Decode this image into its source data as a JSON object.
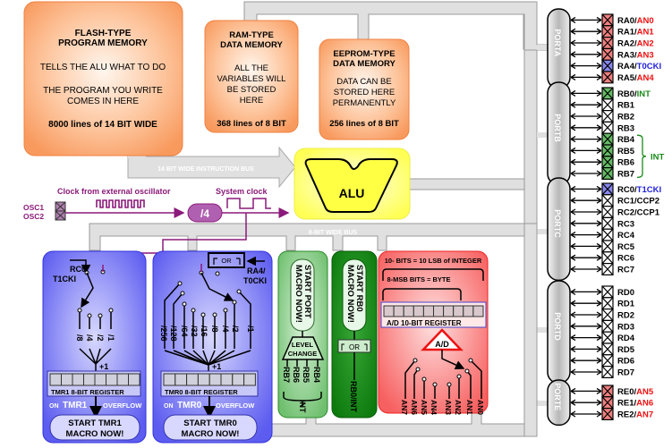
{
  "flash": {
    "title1": "FLASH-TYPE",
    "title2": "PROGRAM MEMORY",
    "line1": "TELLS THE ALU WHAT TO DO",
    "line2": "THE PROGRAM YOU WRITE",
    "line3": "COMES IN HERE",
    "size": "8000 lines of 14 BIT WIDE"
  },
  "ram": {
    "title1": "RAM-TYPE",
    "title2": "DATA MEMORY",
    "line1": "ALL THE",
    "line2": "VARIABLES WILL",
    "line3": "BE STORED",
    "line4": "HERE",
    "size": "368 lines of 8 BIT"
  },
  "eeprom": {
    "title1": "EEPROM-TYPE",
    "title2": "DATA MEMORY",
    "line1": "DATA CAN BE",
    "line2": "STORED HERE",
    "line3": "PERMANENTLY",
    "size": "256 lines of 8 BIT"
  },
  "buses": {
    "instruction": "14 BIT WIDE INSTRUCTION BUS",
    "data": "8-BIT WIDE BUS"
  },
  "alu": {
    "label": "ALU"
  },
  "clock": {
    "ext_label": "Clock from external oscillator",
    "sys_label": "System clock",
    "divider": "/4",
    "osc1": "OSC1",
    "osc2": "OSC2"
  },
  "tmr1": {
    "input1": "RC0/",
    "input2": "T1CKI",
    "prescalers": [
      "/8",
      "/4",
      "/2",
      "/1"
    ],
    "plus": "+1",
    "register": "TMR1 8-BIT REGISTER",
    "on": "ON",
    "name": "TMR1",
    "overflow": "OVERFLOW",
    "macro1": "START TMR1",
    "macro2": "MACRO NOW!"
  },
  "tmr0": {
    "input1": "RA4/",
    "input2": "T0CKI",
    "or": "OR",
    "prescalers": [
      "/256",
      "/128",
      "/64",
      "/32",
      "/16",
      "/8",
      "/4",
      "/2",
      "/1"
    ],
    "plus": "+1",
    "register": "TMR0 8-BIT REGISTER",
    "on": "ON",
    "name": "TMR0",
    "overflow": "OVERFLOW",
    "macro1": "START TMR0",
    "macro2": "MACRO NOW!"
  },
  "portint": {
    "macro1": "START PORT",
    "macro2": "MACRO NOW!",
    "level1": "LEVEL",
    "level2": "CHANGE",
    "pins": [
      "RB7",
      "RB6",
      "RB5",
      "RB4"
    ],
    "int": "INT"
  },
  "rb0int": {
    "macro1": "START RB0",
    "macro2": "MACRO NOW!",
    "or": "OR",
    "pin": "RB0/INT"
  },
  "adc": {
    "bits10": "10- BITS = 10 LSB of INTEGER",
    "bits8": "8-MSB BITS = BYTE",
    "register": "A/D 10-BIT REGISTER",
    "label": "A/D",
    "channels": [
      "AN7",
      "AN6",
      "AN5",
      "AN4",
      "AN3",
      "AN2",
      "AN1",
      "AN0"
    ]
  },
  "ports": [
    {
      "name": "PORTA",
      "pins": [
        {
          "base": "RA0/",
          "alt": "AN0",
          "alt_color": "#ee1111",
          "pin_color": "#f08080"
        },
        {
          "base": "RA1/",
          "alt": "AN1",
          "alt_color": "#ee1111",
          "pin_color": "#f08080"
        },
        {
          "base": "RA2/",
          "alt": "AN2",
          "alt_color": "#ee1111",
          "pin_color": "#f08080"
        },
        {
          "base": "RA3/",
          "alt": "AN3",
          "alt_color": "#ee1111",
          "pin_color": "#f08080"
        },
        {
          "base": "RA4/",
          "alt": "T0CKI",
          "alt_color": "#2222dd",
          "pin_color": "#8888ee"
        },
        {
          "base": "RA5/",
          "alt": "AN4",
          "alt_color": "#ee1111",
          "pin_color": "#f08080"
        }
      ]
    },
    {
      "name": "PORTB",
      "pins": [
        {
          "base": "RB0/",
          "alt": "INT",
          "alt_color": "#1a8a1a",
          "pin_color": "#66bb66"
        },
        {
          "base": "RB1",
          "alt": "",
          "alt_color": "",
          "pin_color": "#ffffff"
        },
        {
          "base": "RB2",
          "alt": "",
          "alt_color": "",
          "pin_color": "#ffffff"
        },
        {
          "base": "RB3",
          "alt": "",
          "alt_color": "",
          "pin_color": "#ffffff"
        },
        {
          "base": "RB4",
          "alt": "",
          "alt_color": "",
          "pin_color": "#66bb66"
        },
        {
          "base": "RB5",
          "alt": "",
          "alt_color": "",
          "pin_color": "#66bb66"
        },
        {
          "base": "RB6",
          "alt": "",
          "alt_color": "",
          "pin_color": "#66bb66"
        },
        {
          "base": "RB7",
          "alt": "",
          "alt_color": "",
          "pin_color": "#66bb66"
        }
      ],
      "group_label": "INT"
    },
    {
      "name": "PORTC",
      "pins": [
        {
          "base": "RC0/",
          "alt": "T1CKI",
          "alt_color": "#2222dd",
          "pin_color": "#8888ee"
        },
        {
          "base": "RC1/CCP2",
          "alt": "",
          "alt_color": "",
          "pin_color": "#ffffff"
        },
        {
          "base": "RC2/CCP1",
          "alt": "",
          "alt_color": "",
          "pin_color": "#ffffff"
        },
        {
          "base": "RC3",
          "alt": "",
          "alt_color": "",
          "pin_color": "#ffffff"
        },
        {
          "base": "RC4",
          "alt": "",
          "alt_color": "",
          "pin_color": "#ffffff"
        },
        {
          "base": "RC5",
          "alt": "",
          "alt_color": "",
          "pin_color": "#ffffff"
        },
        {
          "base": "RC6",
          "alt": "",
          "alt_color": "",
          "pin_color": "#ffffff"
        },
        {
          "base": "RC7",
          "alt": "",
          "alt_color": "",
          "pin_color": "#ffffff"
        }
      ]
    },
    {
      "name": "PORTD",
      "pins": [
        {
          "base": "RD0",
          "alt": "",
          "alt_color": "",
          "pin_color": "#ffffff"
        },
        {
          "base": "RD1",
          "alt": "",
          "alt_color": "",
          "pin_color": "#ffffff"
        },
        {
          "base": "RD2",
          "alt": "",
          "alt_color": "",
          "pin_color": "#ffffff"
        },
        {
          "base": "RD3",
          "alt": "",
          "alt_color": "",
          "pin_color": "#ffffff"
        },
        {
          "base": "RD4",
          "alt": "",
          "alt_color": "",
          "pin_color": "#ffffff"
        },
        {
          "base": "RD5",
          "alt": "",
          "alt_color": "",
          "pin_color": "#ffffff"
        },
        {
          "base": "RD6",
          "alt": "",
          "alt_color": "",
          "pin_color": "#ffffff"
        },
        {
          "base": "RD7",
          "alt": "",
          "alt_color": "",
          "pin_color": "#ffffff"
        }
      ]
    },
    {
      "name": "PORTE",
      "pins": [
        {
          "base": "RE0/",
          "alt": "AN5",
          "alt_color": "#ee1111",
          "pin_color": "#f08080"
        },
        {
          "base": "RE1/",
          "alt": "AN6",
          "alt_color": "#ee1111",
          "pin_color": "#f08080"
        },
        {
          "base": "RE2/",
          "alt": "AN7",
          "alt_color": "#ee1111",
          "pin_color": "#f08080"
        }
      ]
    }
  ],
  "colors": {
    "memory": "#fba46c",
    "alu": "#ffff66",
    "timer": "#6f6ff5",
    "portint": "#77c777",
    "rb0int": "#148a14",
    "adc": "#f66c6c",
    "bus": "#e0e0e0",
    "clock": "#8b1a7a"
  }
}
